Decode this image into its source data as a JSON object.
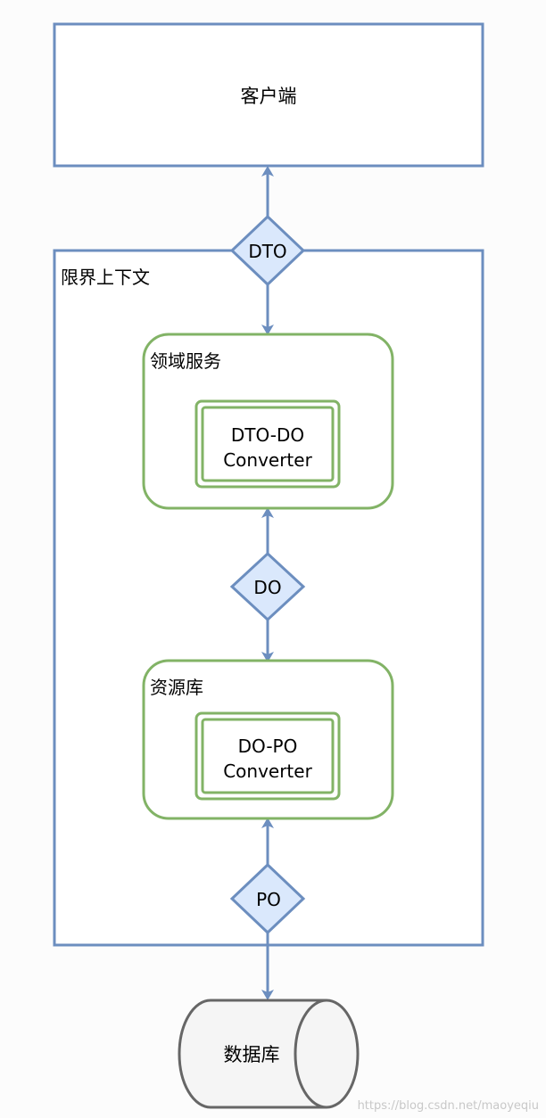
{
  "nodes": {
    "client": {
      "label": "客户端"
    },
    "bounded_context": {
      "label": "限界上下文"
    },
    "domain_service": {
      "label": "领域服务",
      "converter_lines": [
        "DTO-DO",
        "Converter"
      ]
    },
    "repository": {
      "label": "资源库",
      "converter_lines": [
        "DO-PO",
        "Converter"
      ]
    },
    "database": {
      "label": "数据库"
    }
  },
  "connectors": {
    "dto": {
      "label": "DTO"
    },
    "do": {
      "label": "DO"
    },
    "po": {
      "label": "PO"
    }
  },
  "watermark": "https://blog.csdn.net/maoyeqiu",
  "colors": {
    "box_stroke": "#6c8ebf",
    "rounded_stroke": "#82b366",
    "diamond_fill": "#dae8fc",
    "db_fill": "#f5f5f5",
    "db_stroke": "#666666",
    "arrow": "#6c8ebf"
  }
}
